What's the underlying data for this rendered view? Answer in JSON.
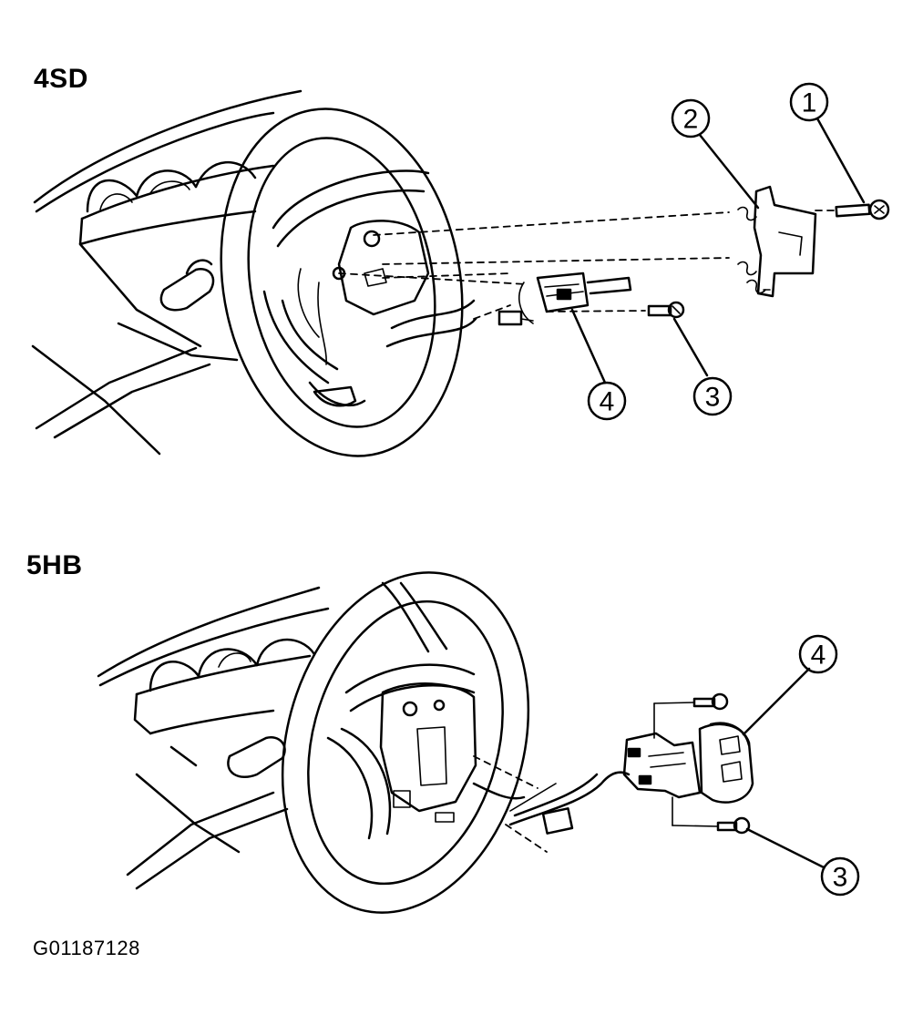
{
  "diagram": {
    "panels": [
      {
        "label": "4SD",
        "callouts": [
          "1",
          "2",
          "3",
          "4"
        ]
      },
      {
        "label": "5HB",
        "callouts": [
          "4",
          "3"
        ]
      }
    ],
    "figure_id": "G01187128"
  }
}
